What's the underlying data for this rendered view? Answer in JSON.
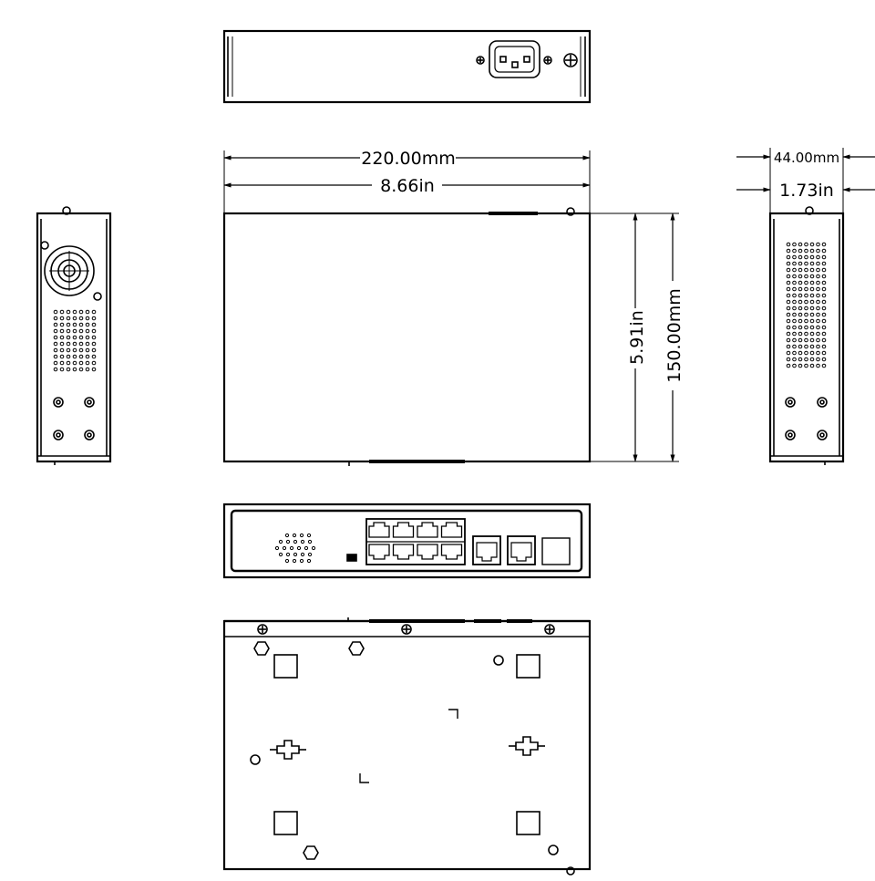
{
  "diagram": {
    "dimensions": {
      "width_mm": "220.00mm",
      "width_in": "8.66in",
      "depth_in": "5.91in",
      "depth_mm": "150.00mm",
      "height_mm": "44.00mm",
      "height_in": "1.73in"
    }
  }
}
